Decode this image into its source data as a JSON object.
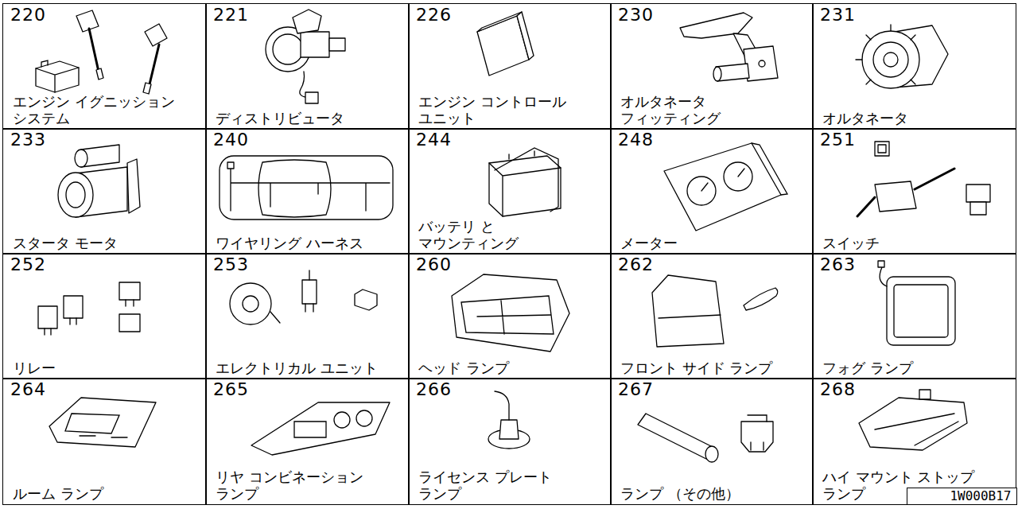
{
  "diagram": {
    "nodes": [
      {
        "text": [
          "220",
          "エンジン イグニッション システム"
        ]
      },
      {
        "text": [
          "221",
          "ディストリビュータ"
        ]
      },
      {
        "text": [
          "226",
          "エンジン コントロール ユニット"
        ]
      },
      {
        "text": [
          "230",
          "オルタネータ フィッティング"
        ]
      },
      {
        "text": [
          "231",
          "オルタネータ"
        ]
      },
      {
        "text": [
          "233",
          "スタータ モータ"
        ]
      },
      {
        "text": [
          "240",
          "ワイヤリング ハーネス"
        ]
      },
      {
        "text": [
          "244",
          "バッテリ と マウンティング"
        ]
      },
      {
        "text": [
          "248",
          "メーター"
        ]
      },
      {
        "text": [
          "251",
          "スイッチ"
        ]
      },
      {
        "text": [
          "252",
          "リレー"
        ]
      },
      {
        "text": [
          "253",
          "エレクトリカル ユニット"
        ]
      },
      {
        "text": [
          "260",
          "ヘッド ランプ"
        ]
      },
      {
        "text": [
          "262",
          "フロント サイド ランプ"
        ]
      },
      {
        "text": [
          "263",
          "フォグ ランプ"
        ]
      },
      {
        "text": [
          "264",
          "ルーム ランプ"
        ]
      },
      {
        "text": [
          "265",
          "リヤ コンビネーション ランプ"
        ]
      },
      {
        "text": [
          "266",
          "ライセンス プレート ランプ"
        ]
      },
      {
        "text": [
          "267",
          "ランプ （その他）"
        ]
      },
      {
        "text": [
          "268",
          "ハイ マウント ストップ ランプ"
        ]
      },
      {
        "text": [
          "1W000B17"
        ],
        "in": 19
      }
    ]
  }
}
